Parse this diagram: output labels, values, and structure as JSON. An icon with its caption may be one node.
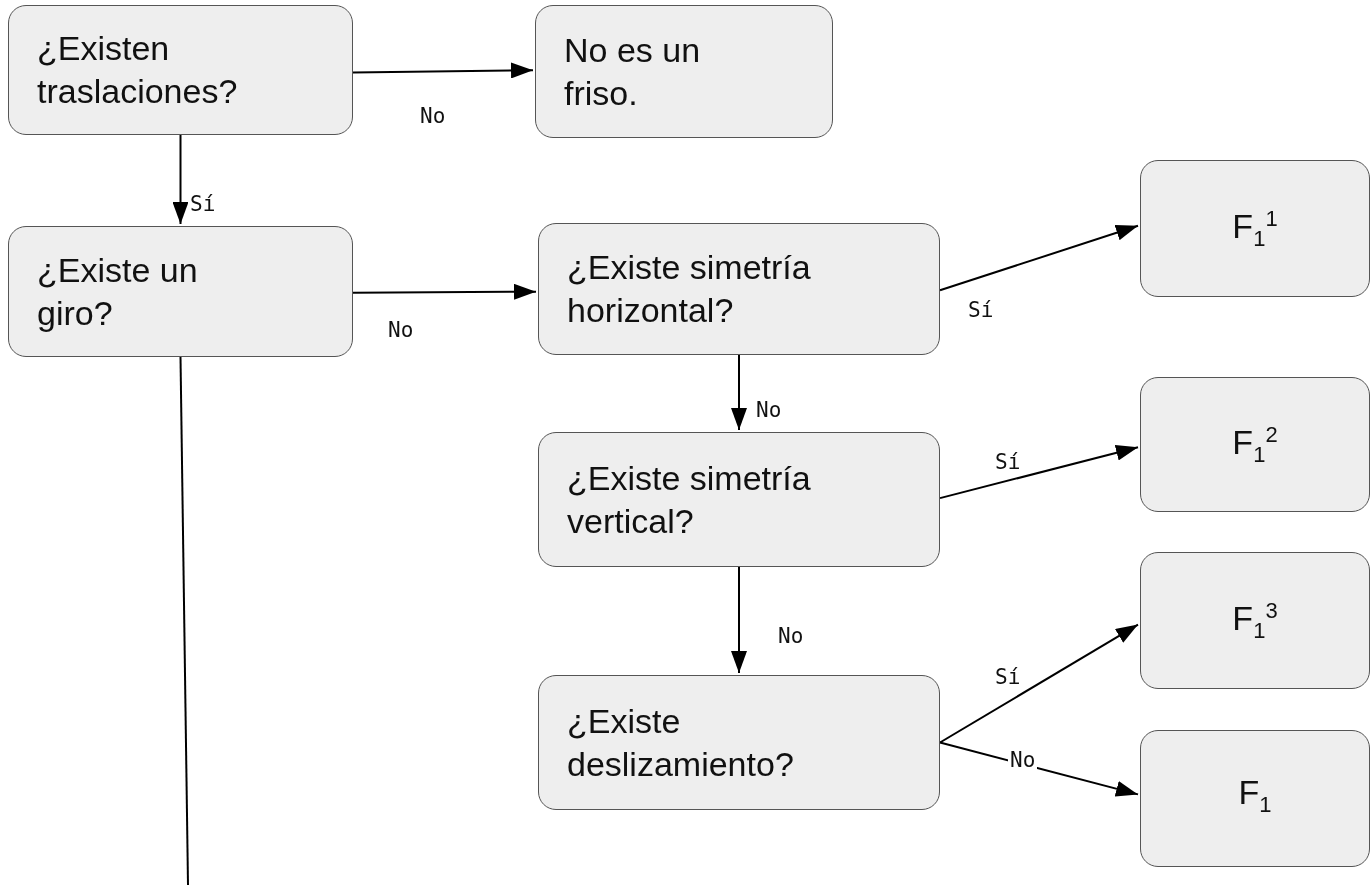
{
  "diagram": {
    "nodes": [
      {
        "text": [
          "¿Existen traslaciones?"
        ]
      },
      {
        "text": [
          "No es un friso."
        ]
      },
      {
        "text": [
          "¿Existe un giro?"
        ]
      },
      {
        "text": [
          "¿Existe simetría horizontal?"
        ]
      },
      {
        "text": [
          "F$_{1}$$^{1}$"
        ]
      },
      {
        "text": [
          "¿Existe simetría vertical?"
        ]
      },
      {
        "text": [
          "F$_{1}$$^{2}$"
        ]
      },
      {
        "text": [
          "F$_{1}$$^{3}$"
        ]
      },
      {
        "text": [
          "¿Existe deslizamiento?"
        ]
      },
      {
        "text": [
          "F$_{1}$"
        ]
      }
    ],
    "edges": [
      {
        "from": 0,
        "to": 1,
        "arrow": "to",
        "label": "No"
      },
      {
        "from": 0,
        "to": 2,
        "arrow": "to",
        "label": "Sí"
      },
      {
        "from": 2,
        "to": 3,
        "arrow": "to",
        "label": "No"
      },
      {
        "from": 3,
        "to": 4,
        "arrow": "to",
        "label": "Sí"
      },
      {
        "from": 3,
        "to": 5,
        "arrow": "to",
        "label": "No"
      },
      {
        "from": 5,
        "to": 6,
        "arrow": "to",
        "label": "Sí"
      },
      {
        "from": 5,
        "to": 8,
        "arrow": "to",
        "label": "No"
      },
      {
        "from": 8,
        "to": 7,
        "arrow": "to",
        "label": "Sí"
      },
      {
        "from": 8,
        "to": 9,
        "arrow": "to",
        "label": "No"
      },
      {
        "from": 2,
        "to": null,
        "arrow": "none"
      }
    ]
  }
}
